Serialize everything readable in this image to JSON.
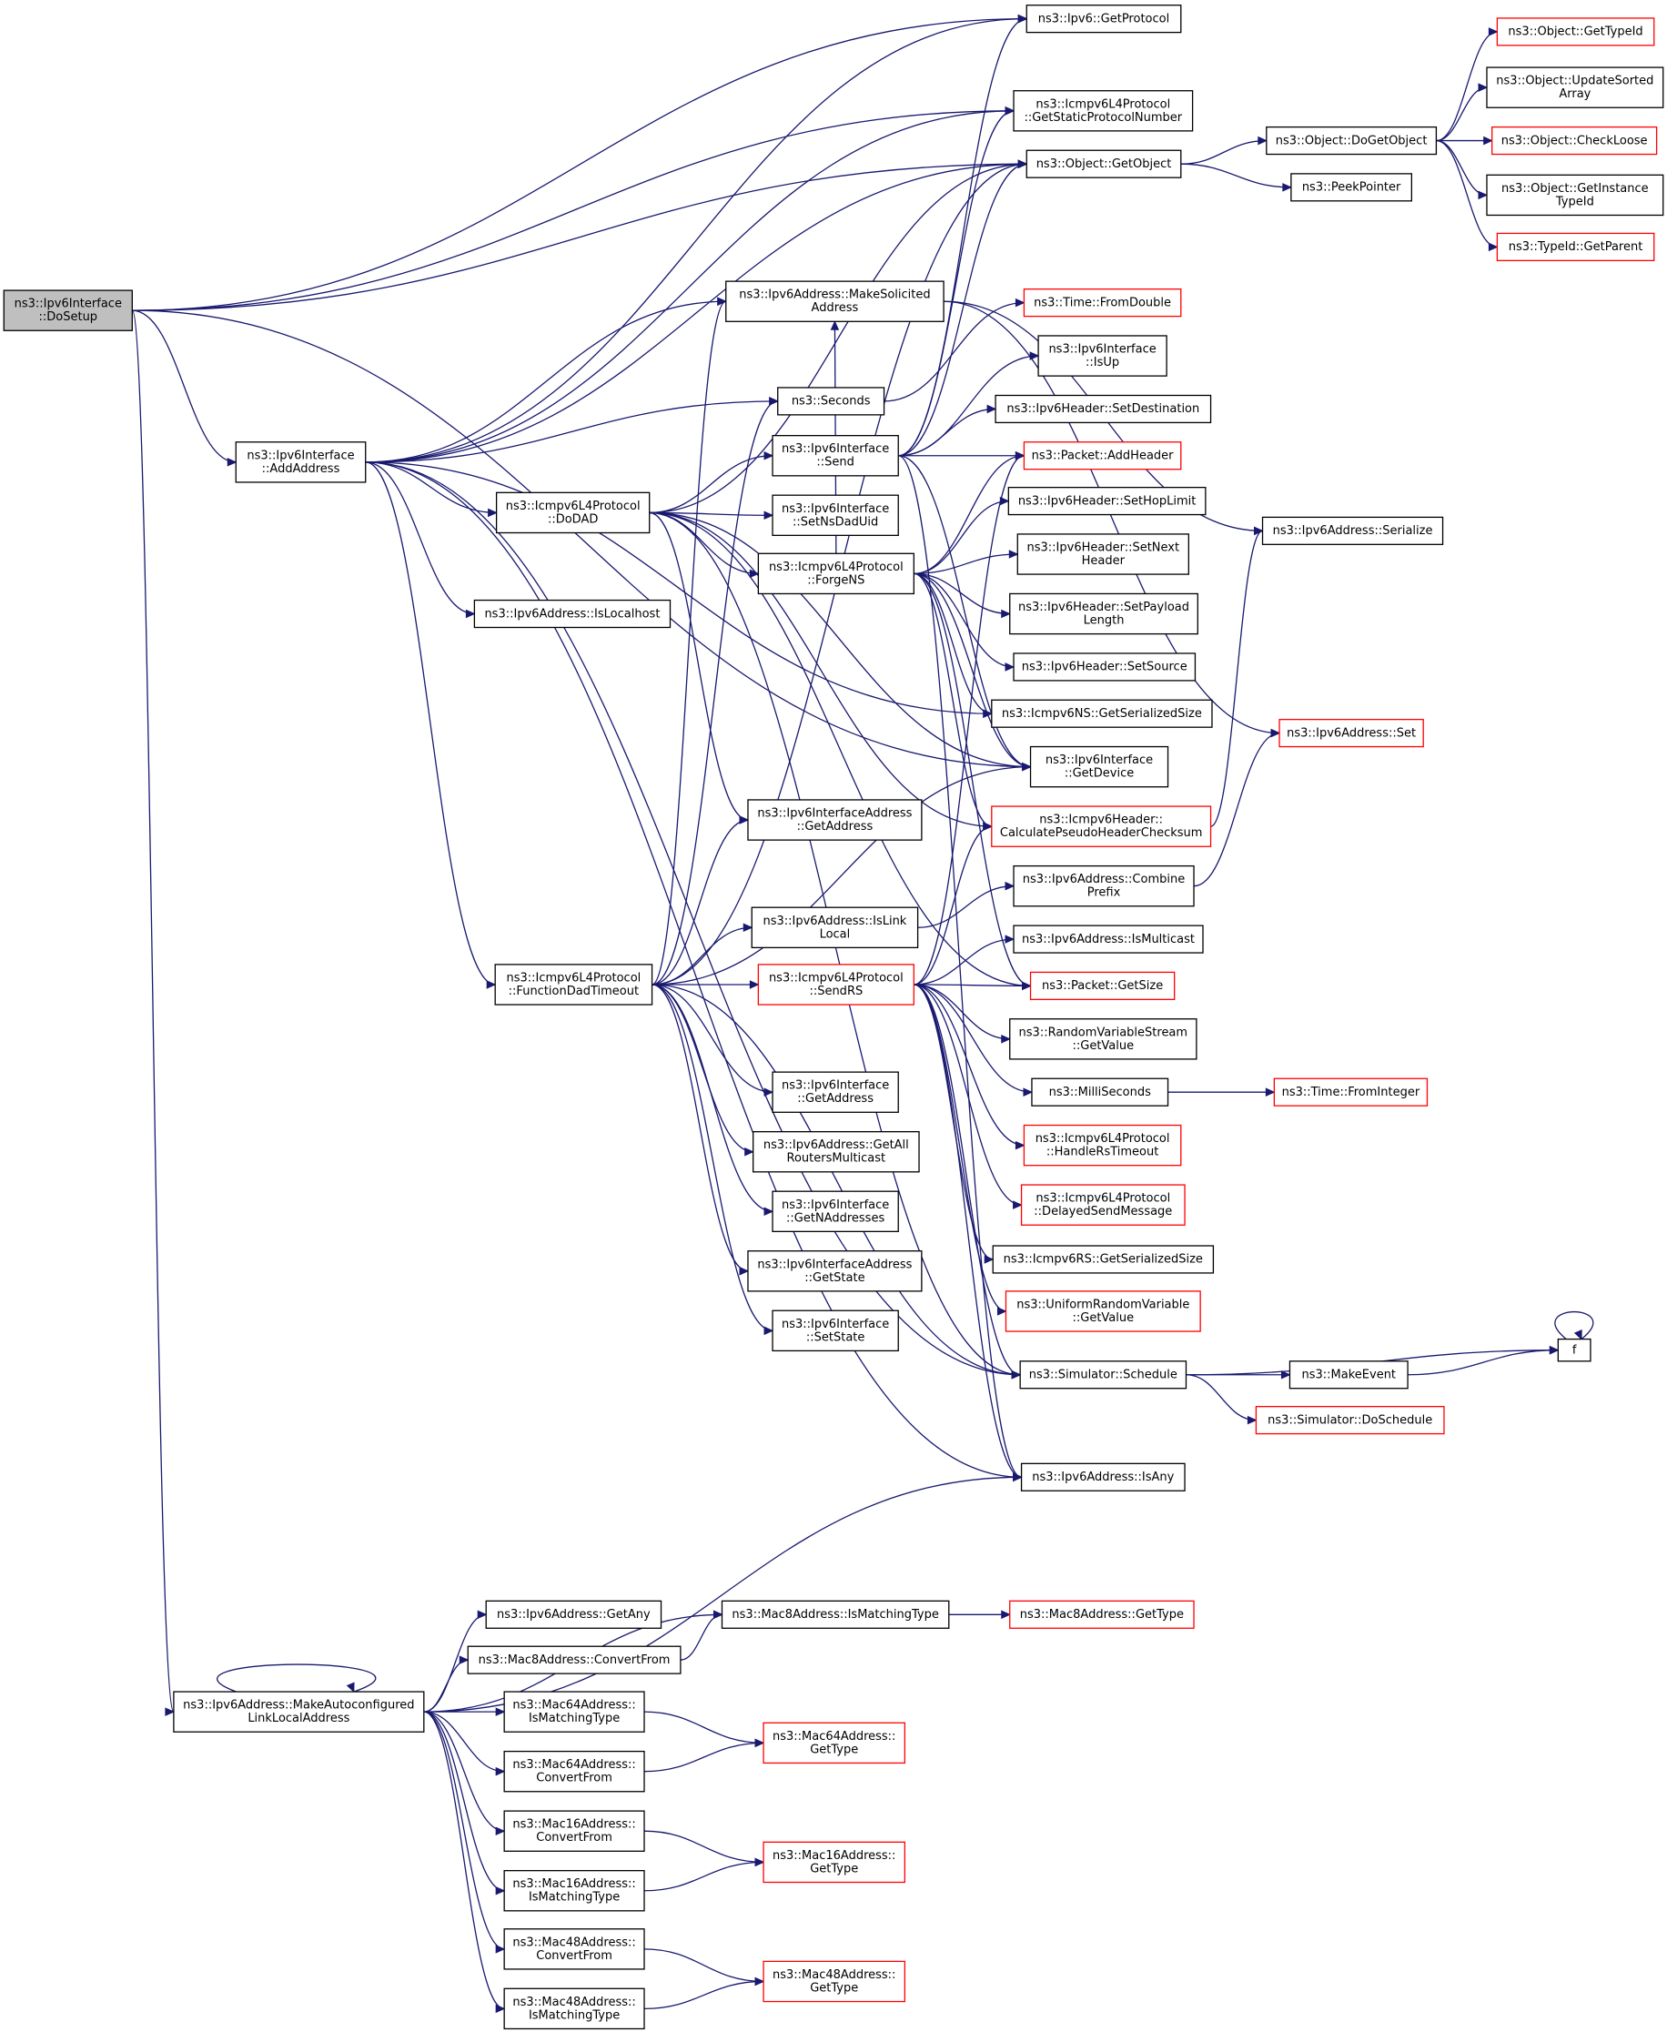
{
  "graph": {
    "nodes": [
      {
        "id": "n0",
        "lines": [
          "ns3::Ipv6Interface",
          "::DoSetup"
        ],
        "color": "black",
        "root": true
      },
      {
        "id": "n1",
        "lines": [
          "ns3::Ipv6::GetProtocol"
        ],
        "color": "black"
      },
      {
        "id": "n2",
        "lines": [
          "ns3::Icmpv6L4Protocol",
          "::GetStaticProtocolNumber"
        ],
        "color": "black"
      },
      {
        "id": "n3",
        "lines": [
          "ns3::Object::GetObject"
        ],
        "color": "black"
      },
      {
        "id": "n4",
        "lines": [
          "ns3::Object::DoGetObject"
        ],
        "color": "black"
      },
      {
        "id": "n5",
        "lines": [
          "ns3::Object::GetTypeId"
        ],
        "color": "red"
      },
      {
        "id": "n6",
        "lines": [
          "ns3::Object::UpdateSorted",
          "Array"
        ],
        "color": "black"
      },
      {
        "id": "n7",
        "lines": [
          "ns3::Object::CheckLoose"
        ],
        "color": "red"
      },
      {
        "id": "n8",
        "lines": [
          "ns3::Object::GetInstance",
          "TypeId"
        ],
        "color": "black"
      },
      {
        "id": "n9",
        "lines": [
          "ns3::TypeId::GetParent"
        ],
        "color": "red"
      },
      {
        "id": "n10",
        "lines": [
          "ns3::PeekPointer"
        ],
        "color": "black"
      },
      {
        "id": "n11",
        "lines": [
          "ns3::Ipv6Address::MakeSolicited",
          "Address"
        ],
        "color": "black"
      },
      {
        "id": "n12",
        "lines": [
          "ns3::Time::FromDouble"
        ],
        "color": "red"
      },
      {
        "id": "n13",
        "lines": [
          "ns3::Ipv6Interface",
          "::IsUp"
        ],
        "color": "black"
      },
      {
        "id": "n14",
        "lines": [
          "ns3::Seconds"
        ],
        "color": "black"
      },
      {
        "id": "n15",
        "lines": [
          "ns3::Ipv6Header::SetDestination"
        ],
        "color": "black"
      },
      {
        "id": "n16",
        "lines": [
          "ns3::Ipv6Interface",
          "::AddAddress"
        ],
        "color": "black"
      },
      {
        "id": "n17",
        "lines": [
          "ns3::Ipv6Interface",
          "::Send"
        ],
        "color": "black"
      },
      {
        "id": "n18",
        "lines": [
          "ns3::Packet::AddHeader"
        ],
        "color": "red"
      },
      {
        "id": "n19",
        "lines": [
          "ns3::Icmpv6L4Protocol",
          "::DoDAD"
        ],
        "color": "black"
      },
      {
        "id": "n20",
        "lines": [
          "ns3::Ipv6Interface",
          "::SetNsDadUid"
        ],
        "color": "black"
      },
      {
        "id": "n21",
        "lines": [
          "ns3::Ipv6Header::SetHopLimit"
        ],
        "color": "black"
      },
      {
        "id": "n22",
        "lines": [
          "ns3::Ipv6Address::Serialize"
        ],
        "color": "black"
      },
      {
        "id": "n23",
        "lines": [
          "ns3::Icmpv6L4Protocol",
          "::ForgeNS"
        ],
        "color": "black"
      },
      {
        "id": "n24",
        "lines": [
          "ns3::Ipv6Header::SetNext",
          "Header"
        ],
        "color": "black"
      },
      {
        "id": "n25",
        "lines": [
          "ns3::Ipv6Address::IsLocalhost"
        ],
        "color": "black"
      },
      {
        "id": "n26",
        "lines": [
          "ns3::Ipv6Header::SetPayload",
          "Length"
        ],
        "color": "black"
      },
      {
        "id": "n27",
        "lines": [
          "ns3::Ipv6Header::SetSource"
        ],
        "color": "black"
      },
      {
        "id": "n28",
        "lines": [
          "ns3::Icmpv6NS::GetSerializedSize"
        ],
        "color": "black"
      },
      {
        "id": "n29",
        "lines": [
          "ns3::Ipv6Address::Set"
        ],
        "color": "red"
      },
      {
        "id": "n30",
        "lines": [
          "ns3::Ipv6Interface",
          "::GetDevice"
        ],
        "color": "black"
      },
      {
        "id": "n31",
        "lines": [
          "ns3::Ipv6InterfaceAddress",
          "::GetAddress"
        ],
        "color": "black"
      },
      {
        "id": "n32",
        "lines": [
          "ns3::Icmpv6Header::",
          "CalculatePseudoHeaderChecksum"
        ],
        "color": "red"
      },
      {
        "id": "n33",
        "lines": [
          "ns3::Ipv6Address::Combine",
          "Prefix"
        ],
        "color": "black"
      },
      {
        "id": "n34",
        "lines": [
          "ns3::Ipv6Address::IsLink",
          "Local"
        ],
        "color": "black"
      },
      {
        "id": "n35",
        "lines": [
          "ns3::Ipv6Address::IsMulticast"
        ],
        "color": "black"
      },
      {
        "id": "n36",
        "lines": [
          "ns3::Icmpv6L4Protocol",
          "::FunctionDadTimeout"
        ],
        "color": "black"
      },
      {
        "id": "n37",
        "lines": [
          "ns3::Icmpv6L4Protocol",
          "::SendRS"
        ],
        "color": "red"
      },
      {
        "id": "n38",
        "lines": [
          "ns3::Packet::GetSize"
        ],
        "color": "red"
      },
      {
        "id": "n39",
        "lines": [
          "ns3::RandomVariableStream",
          "::GetValue"
        ],
        "color": "black"
      },
      {
        "id": "n40",
        "lines": [
          "ns3::MilliSeconds"
        ],
        "color": "black"
      },
      {
        "id": "n41",
        "lines": [
          "ns3::Time::FromInteger"
        ],
        "color": "red"
      },
      {
        "id": "n42",
        "lines": [
          "ns3::Ipv6Interface",
          "::GetAddress"
        ],
        "color": "black"
      },
      {
        "id": "n43",
        "lines": [
          "ns3::Icmpv6L4Protocol",
          "::HandleRsTimeout"
        ],
        "color": "red"
      },
      {
        "id": "n44",
        "lines": [
          "ns3::Ipv6Address::GetAll",
          "RoutersMulticast"
        ],
        "color": "black"
      },
      {
        "id": "n45",
        "lines": [
          "ns3::Icmpv6L4Protocol",
          "::DelayedSendMessage"
        ],
        "color": "red"
      },
      {
        "id": "n46",
        "lines": [
          "ns3::Ipv6Interface",
          "::GetNAddresses"
        ],
        "color": "black"
      },
      {
        "id": "n47",
        "lines": [
          "ns3::Icmpv6RS::GetSerializedSize"
        ],
        "color": "black"
      },
      {
        "id": "n48",
        "lines": [
          "ns3::Ipv6InterfaceAddress",
          "::GetState"
        ],
        "color": "black"
      },
      {
        "id": "n49",
        "lines": [
          "ns3::UniformRandomVariable",
          "::GetValue"
        ],
        "color": "red"
      },
      {
        "id": "n50",
        "lines": [
          "ns3::Ipv6Interface",
          "::SetState"
        ],
        "color": "black"
      },
      {
        "id": "n51",
        "lines": [
          "f"
        ],
        "color": "black"
      },
      {
        "id": "n52",
        "lines": [
          "ns3::Simulator::Schedule"
        ],
        "color": "black"
      },
      {
        "id": "n53",
        "lines": [
          "ns3::MakeEvent"
        ],
        "color": "black"
      },
      {
        "id": "n54",
        "lines": [
          "ns3::Simulator::DoSchedule"
        ],
        "color": "red"
      },
      {
        "id": "n55",
        "lines": [
          "ns3::Ipv6Address::IsAny"
        ],
        "color": "black"
      },
      {
        "id": "n56",
        "lines": [
          "ns3::Ipv6Address::GetAny"
        ],
        "color": "black"
      },
      {
        "id": "n57",
        "lines": [
          "ns3::Mac8Address::IsMatchingType"
        ],
        "color": "black"
      },
      {
        "id": "n58",
        "lines": [
          "ns3::Mac8Address::GetType"
        ],
        "color": "red"
      },
      {
        "id": "n59",
        "lines": [
          "ns3::Mac8Address::ConvertFrom"
        ],
        "color": "black"
      },
      {
        "id": "n60",
        "lines": [
          "ns3::Ipv6Address::MakeAutoconfigured",
          "LinkLocalAddress"
        ],
        "color": "black"
      },
      {
        "id": "n61",
        "lines": [
          "ns3::Mac64Address::",
          "IsMatchingType"
        ],
        "color": "black"
      },
      {
        "id": "n62",
        "lines": [
          "ns3::Mac64Address::",
          "GetType"
        ],
        "color": "red"
      },
      {
        "id": "n63",
        "lines": [
          "ns3::Mac64Address::",
          "ConvertFrom"
        ],
        "color": "black"
      },
      {
        "id": "n64",
        "lines": [
          "ns3::Mac16Address::",
          "ConvertFrom"
        ],
        "color": "black"
      },
      {
        "id": "n65",
        "lines": [
          "ns3::Mac16Address::",
          "GetType"
        ],
        "color": "red"
      },
      {
        "id": "n66",
        "lines": [
          "ns3::Mac16Address::",
          "IsMatchingType"
        ],
        "color": "black"
      },
      {
        "id": "n67",
        "lines": [
          "ns3::Mac48Address::",
          "ConvertFrom"
        ],
        "color": "black"
      },
      {
        "id": "n68",
        "lines": [
          "ns3::Mac48Address::",
          "GetType"
        ],
        "color": "red"
      },
      {
        "id": "n69",
        "lines": [
          "ns3::Mac48Address::",
          "IsMatchingType"
        ],
        "color": "black"
      }
    ],
    "edges": [
      [
        "n0",
        "n1"
      ],
      [
        "n0",
        "n2"
      ],
      [
        "n0",
        "n3"
      ],
      [
        "n0",
        "n16"
      ],
      [
        "n0",
        "n30"
      ],
      [
        "n0",
        "n60"
      ],
      [
        "n3",
        "n4"
      ],
      [
        "n3",
        "n10"
      ],
      [
        "n4",
        "n5"
      ],
      [
        "n4",
        "n6"
      ],
      [
        "n4",
        "n7"
      ],
      [
        "n4",
        "n8"
      ],
      [
        "n4",
        "n9"
      ],
      [
        "n16",
        "n1"
      ],
      [
        "n16",
        "n2"
      ],
      [
        "n16",
        "n3"
      ],
      [
        "n16",
        "n11"
      ],
      [
        "n16",
        "n14"
      ],
      [
        "n16",
        "n19"
      ],
      [
        "n16",
        "n25"
      ],
      [
        "n16",
        "n36"
      ],
      [
        "n16",
        "n52"
      ],
      [
        "n16",
        "n55"
      ],
      [
        "n16",
        "n28"
      ],
      [
        "n11",
        "n22"
      ],
      [
        "n11",
        "n29"
      ],
      [
        "n14",
        "n12"
      ],
      [
        "n19",
        "n3"
      ],
      [
        "n19",
        "n17"
      ],
      [
        "n19",
        "n20"
      ],
      [
        "n19",
        "n23"
      ],
      [
        "n19",
        "n30"
      ],
      [
        "n19",
        "n31"
      ],
      [
        "n19",
        "n52"
      ],
      [
        "n19",
        "n38"
      ],
      [
        "n19",
        "n32"
      ],
      [
        "n17",
        "n1"
      ],
      [
        "n17",
        "n2"
      ],
      [
        "n17",
        "n3"
      ],
      [
        "n17",
        "n13"
      ],
      [
        "n17",
        "n15"
      ],
      [
        "n17",
        "n18"
      ],
      [
        "n17",
        "n30"
      ],
      [
        "n17",
        "n55"
      ],
      [
        "n23",
        "n18"
      ],
      [
        "n23",
        "n21"
      ],
      [
        "n23",
        "n24"
      ],
      [
        "n23",
        "n26"
      ],
      [
        "n23",
        "n27"
      ],
      [
        "n23",
        "n28"
      ],
      [
        "n23",
        "n32"
      ],
      [
        "n23",
        "n38"
      ],
      [
        "n23",
        "n30"
      ],
      [
        "n23",
        "n11"
      ],
      [
        "n32",
        "n22"
      ],
      [
        "n33",
        "n29"
      ],
      [
        "n34",
        "n33"
      ],
      [
        "n36",
        "n3"
      ],
      [
        "n36",
        "n14"
      ],
      [
        "n36",
        "n30"
      ],
      [
        "n36",
        "n31"
      ],
      [
        "n36",
        "n34"
      ],
      [
        "n36",
        "n37"
      ],
      [
        "n36",
        "n42"
      ],
      [
        "n36",
        "n44"
      ],
      [
        "n36",
        "n46"
      ],
      [
        "n36",
        "n48"
      ],
      [
        "n36",
        "n50"
      ],
      [
        "n36",
        "n52"
      ],
      [
        "n36",
        "n11"
      ],
      [
        "n37",
        "n18"
      ],
      [
        "n37",
        "n35"
      ],
      [
        "n37",
        "n38"
      ],
      [
        "n37",
        "n39"
      ],
      [
        "n37",
        "n40"
      ],
      [
        "n37",
        "n43"
      ],
      [
        "n37",
        "n45"
      ],
      [
        "n37",
        "n47"
      ],
      [
        "n37",
        "n49"
      ],
      [
        "n37",
        "n52"
      ],
      [
        "n37",
        "n32"
      ],
      [
        "n37",
        "n55"
      ],
      [
        "n40",
        "n41"
      ],
      [
        "n52",
        "n51"
      ],
      [
        "n52",
        "n53"
      ],
      [
        "n52",
        "n54"
      ],
      [
        "n53",
        "n51"
      ],
      [
        "n51",
        "n51"
      ],
      [
        "n57",
        "n58"
      ],
      [
        "n59",
        "n57"
      ],
      [
        "n60",
        "n60"
      ],
      [
        "n60",
        "n55"
      ],
      [
        "n60",
        "n56"
      ],
      [
        "n60",
        "n57"
      ],
      [
        "n60",
        "n59"
      ],
      [
        "n60",
        "n61"
      ],
      [
        "n60",
        "n63"
      ],
      [
        "n60",
        "n64"
      ],
      [
        "n60",
        "n66"
      ],
      [
        "n60",
        "n67"
      ],
      [
        "n60",
        "n69"
      ],
      [
        "n61",
        "n62"
      ],
      [
        "n63",
        "n62"
      ],
      [
        "n64",
        "n65"
      ],
      [
        "n66",
        "n65"
      ],
      [
        "n67",
        "n68"
      ],
      [
        "n69",
        "n68"
      ]
    ]
  }
}
